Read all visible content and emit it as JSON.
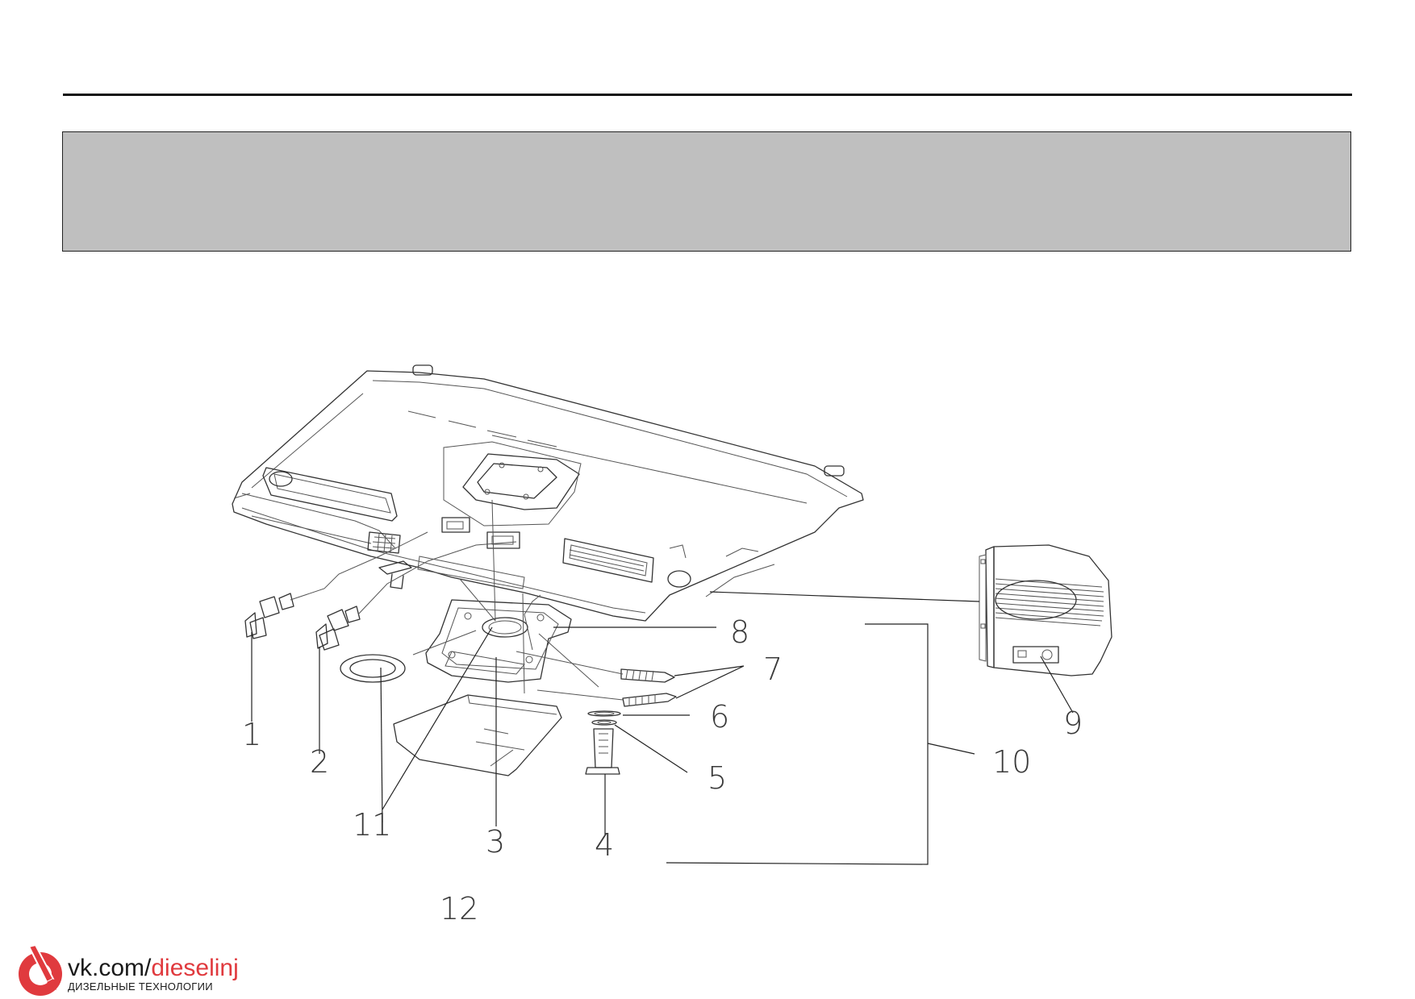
{
  "colors": {
    "band": "#bfbfbf",
    "rule": "#111111",
    "line": "#333333",
    "brand_red": "#e03a3e"
  },
  "callouts": [
    "1",
    "2",
    "3",
    "4",
    "5",
    "6",
    "7",
    "8",
    "9",
    "10",
    "11",
    "12"
  ],
  "watermark": {
    "prefix": "vk.com/",
    "name": "dieselinj",
    "subtitle": "ДИЗЕЛЬНЫЕ ТЕХНОЛОГИИ",
    "icon": "injector-pin-icon"
  }
}
